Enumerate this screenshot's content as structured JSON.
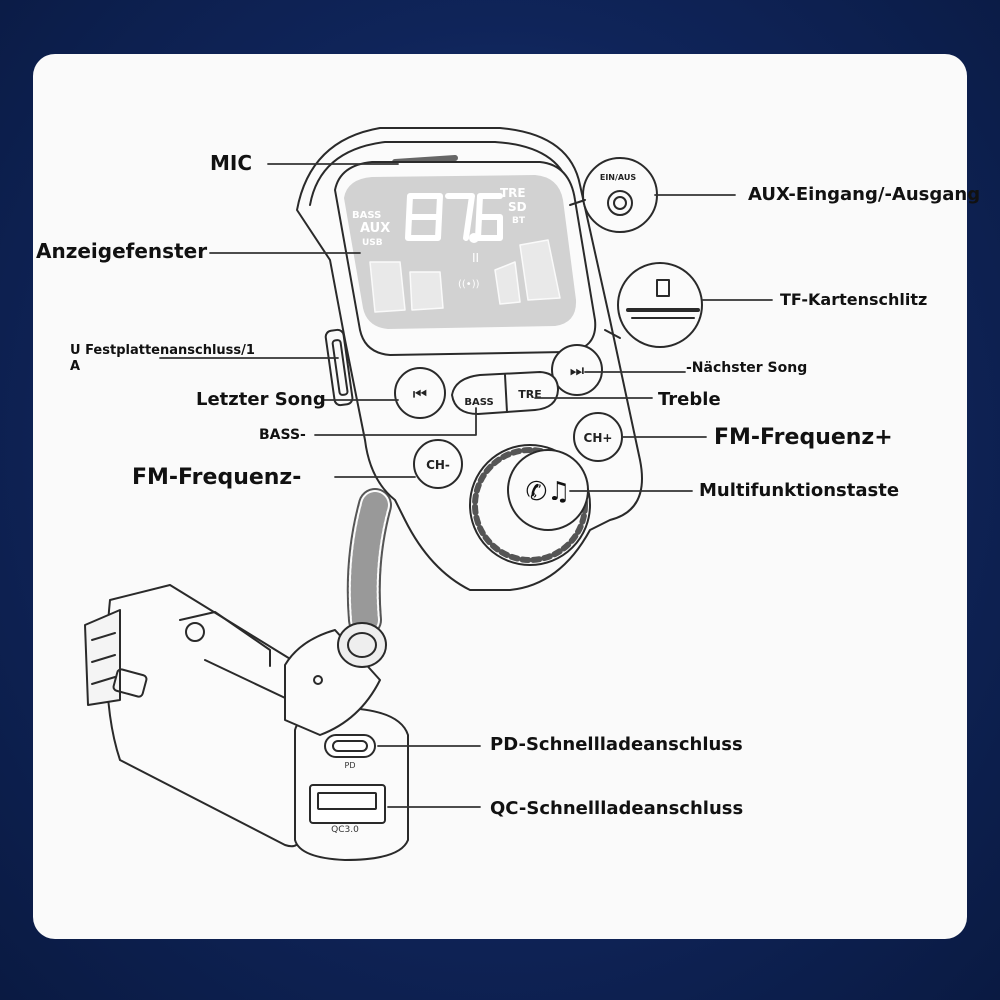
{
  "labels": {
    "mic": "MIC",
    "display": "Anzeigefenster",
    "aux": "AUX-Eingang/-Ausgang",
    "tf": "TF-Kartenschlitz",
    "usb_line1": "U Festplattenanschluss/1",
    "usb_line2": "A",
    "next": "-Nächster Song",
    "prev": "Letzter Song",
    "treble": "Treble",
    "bass": "BASS-",
    "fm_plus": "FM-Frequenz+",
    "fm_minus": "FM-Frequenz-",
    "multi": "Multifunktionstaste",
    "pd": "PD-Schnellladeanschluss",
    "qc": "QC-Schnellladeanschluss"
  },
  "device": {
    "lcd_left": [
      "BASS",
      "AUX",
      "USB"
    ],
    "lcd_right": [
      "TRE",
      "SD",
      "BT"
    ],
    "frequency": "87.6",
    "aux_switch_label": "EIN/AUS",
    "btn_bass": "BASS",
    "btn_tre": "TRE",
    "btn_chplus": "CH+",
    "btn_chminus": "CH-",
    "port_pd": "PD",
    "port_qc": "QC3.0"
  },
  "colors": {
    "background": "#0f2459",
    "card": "#fafafa",
    "line": "#2a2a2a",
    "lcd": "#d2d2d2"
  }
}
